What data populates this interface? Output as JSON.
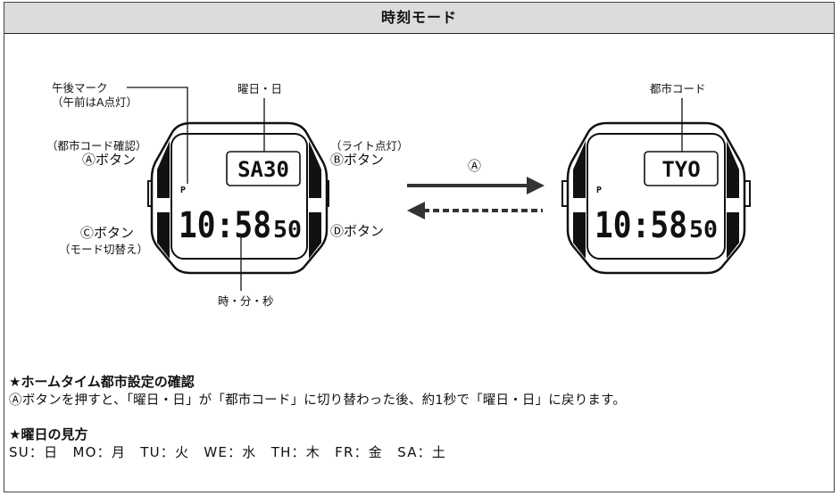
{
  "header": {
    "title": "時刻モード"
  },
  "left_watch": {
    "pm_mark_label_1": "午後マーク",
    "pm_mark_label_2": "（午前はA点灯）",
    "day_date_label": "曜日・日",
    "city_check_label": "（都市コード確認）",
    "button_a_label": "Ⓐボタン",
    "light_label": "（ライト点灯）",
    "button_b_label": "Ⓑボタン",
    "button_c_label": "Ⓒボタン",
    "mode_switch_label": "（モード切替え）",
    "button_d_label": "Ⓓボタン",
    "hms_label": "時・分・秒",
    "pm_indicator": "P",
    "upper_display": "SA30",
    "time_main": "10:58",
    "time_seconds": "50"
  },
  "arrow": {
    "label": "Ⓐ"
  },
  "right_watch": {
    "city_code_label": "都市コード",
    "pm_indicator": "P",
    "upper_display": "TYO",
    "time_main": "10:58",
    "time_seconds": "50"
  },
  "section_home": {
    "title": "★ホームタイム都市設定の確認",
    "text": "Ⓐボタンを押すと、「曜日・日」が「都市コード」に切り替わった後、約1秒で「曜日・日」に戻ります。"
  },
  "section_weekday": {
    "title": "★曜日の見方",
    "text": "SU：日　MO：月　TU：火　WE：水　TH：木　FR：金　SA：土"
  }
}
